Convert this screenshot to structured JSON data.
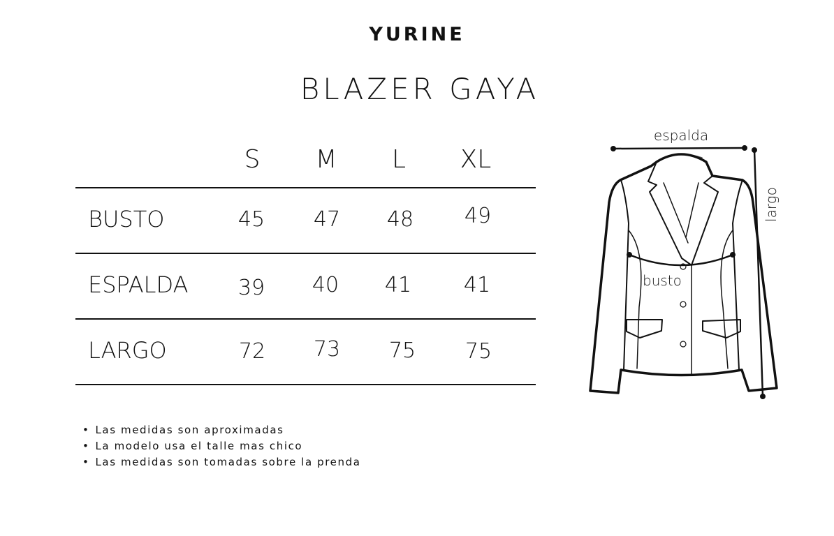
{
  "brand": "YURINE",
  "title": "BLAZER GAYA",
  "table": {
    "sizes": [
      "S",
      "M",
      "L",
      "XL"
    ],
    "rows": [
      {
        "label": "BUSTO",
        "values": [
          "45",
          "47",
          "48",
          "49"
        ]
      },
      {
        "label": "ESPALDA",
        "values": [
          "39",
          "40",
          "41",
          "41"
        ]
      },
      {
        "label": "LARGO",
        "values": [
          "72",
          "73",
          "75",
          "75"
        ]
      }
    ]
  },
  "notes": [
    "Las medidas son aproximadas",
    "La modelo usa el talle mas chico",
    "Las medidas son tomadas sobre la prenda"
  ],
  "diagram": {
    "espalda": "espalda",
    "largo": "largo",
    "busto": "busto"
  }
}
